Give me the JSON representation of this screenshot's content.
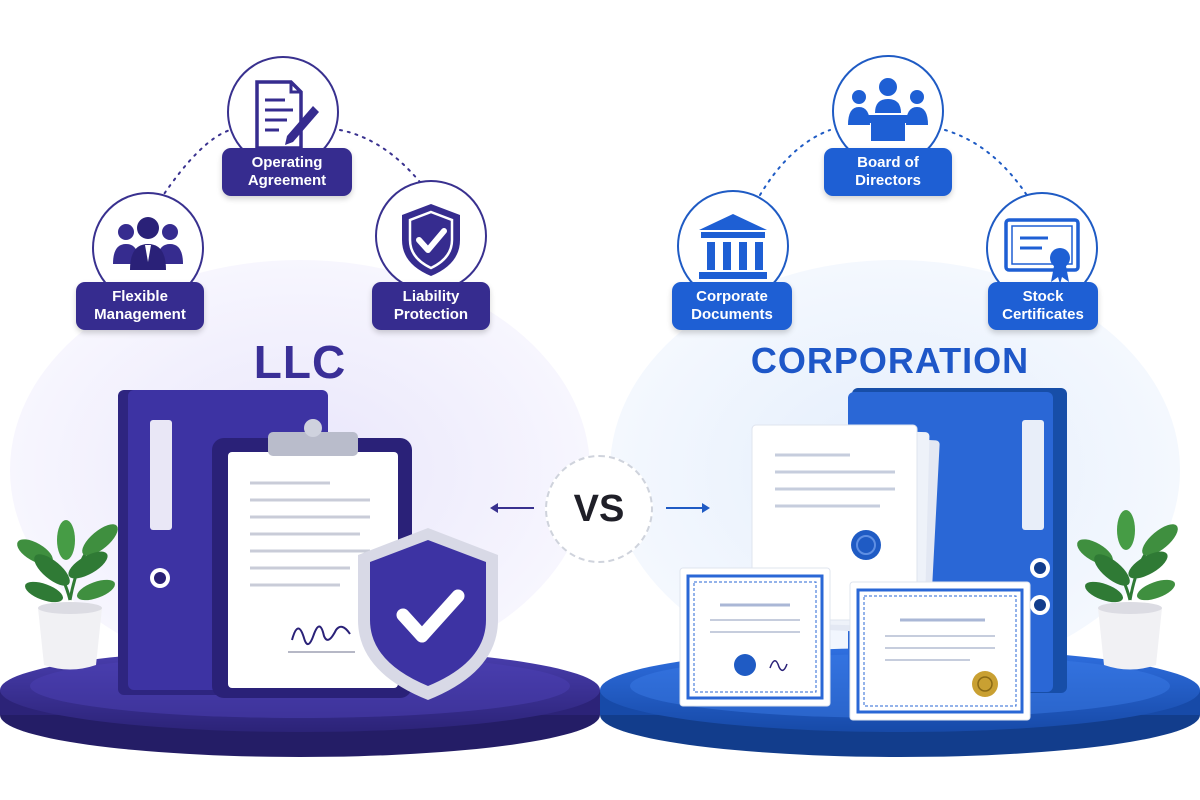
{
  "comparison": {
    "vs_label": "VS",
    "llc": {
      "title": "LLC",
      "features": [
        {
          "label": "Flexible\nManagement",
          "icon": "people-group-icon"
        },
        {
          "label": "Operating\nAgreement",
          "icon": "document-pen-icon"
        },
        {
          "label": "Liability\nProtection",
          "icon": "shield-check-icon"
        }
      ],
      "illustration": {
        "binder": "binder-icon",
        "clipboard": "clipboard-icon",
        "shield": "shield-check-icon",
        "signature": "signature"
      }
    },
    "corporation": {
      "title": "CORPORATION",
      "features": [
        {
          "label": "Corporate\nDocuments",
          "icon": "bank-building-icon"
        },
        {
          "label": "Board of\nDirectors",
          "icon": "boardroom-meeting-icon"
        },
        {
          "label": "Stock\nCertificates",
          "icon": "certificate-ribbon-icon"
        }
      ],
      "illustration": {
        "binder": "binder-icon",
        "documents": "document-stack-icon",
        "certificates": "stock-certificate-icon"
      }
    }
  },
  "colors": {
    "llc_primary": "#362c8f",
    "corp_primary": "#1e5fd4",
    "plant_green": "#2f7a35",
    "seal_gold": "#c9a032"
  }
}
